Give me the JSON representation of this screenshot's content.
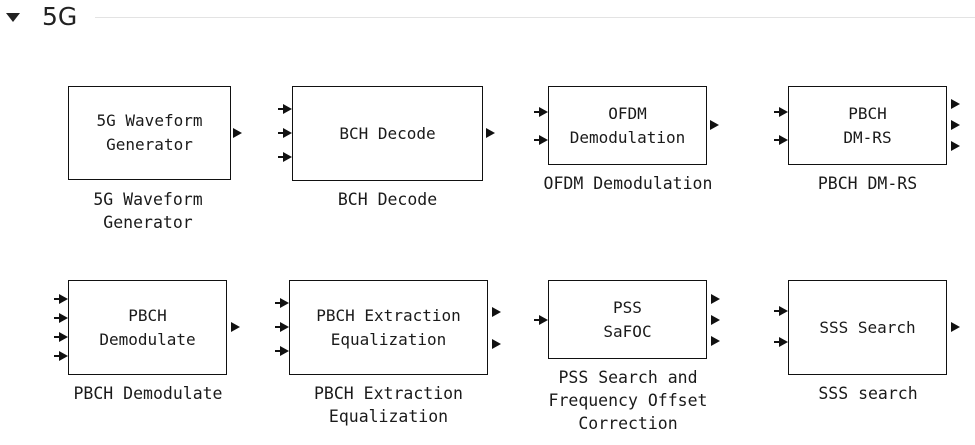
{
  "section": {
    "title": "5G"
  },
  "blocks": [
    {
      "id": "5g-waveform-generator",
      "box_label": "5G Waveform\nGenerator",
      "caption": "5G Waveform\nGenerator"
    },
    {
      "id": "bch-decode",
      "box_label": "BCH Decode",
      "caption": "BCH Decode"
    },
    {
      "id": "ofdm-demodulation",
      "box_label": "OFDM\nDemodulation",
      "caption": "OFDM Demodulation"
    },
    {
      "id": "pbch-dm-rs",
      "box_label": "PBCH\nDM-RS",
      "caption": "PBCH DM-RS"
    },
    {
      "id": "pbch-demodulate",
      "box_label": "PBCH\nDemodulate",
      "caption": "PBCH Demodulate"
    },
    {
      "id": "pbch-extraction-equalization",
      "box_label": "PBCH Extraction\nEqualization",
      "caption": "PBCH Extraction\nEqualization"
    },
    {
      "id": "pss-search",
      "box_label": "PSS\nSaFOC",
      "caption": "PSS Search and\nFrequency Offset\nCorrection"
    },
    {
      "id": "sss-search",
      "box_label": "SSS Search",
      "caption": "SSS search"
    }
  ]
}
